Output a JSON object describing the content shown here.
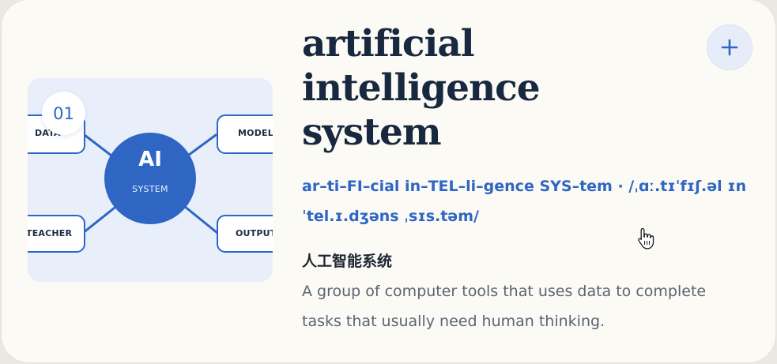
{
  "card": {
    "index_badge": "01",
    "diagram": {
      "hub_title": "AI",
      "hub_subtitle": "SYSTEM",
      "nodes": {
        "top_left": "DATA",
        "top_right": "MODEL",
        "bottom_left": "TEACHER",
        "bottom_right": "OUTPUT"
      }
    },
    "term": "artificial intelligence system",
    "pronunciation": "ar–ti–FI–cial in–TEL–li–gence SYS–tem · /ˌɑː.tɪˈfɪʃ.əl ɪnˈtel.ɪ.dʒəns ˌsɪs.təm/",
    "translation": "人工智能系统",
    "definition": "A group of computer tools that uses data to complete tasks that usually need human thinking.",
    "add_button": {
      "icon": "plus-icon"
    },
    "colors": {
      "accent": "#2f66c4",
      "title": "#17283f",
      "card_bg": "#fbfaf5",
      "diagram_bg": "#e8effb"
    }
  }
}
